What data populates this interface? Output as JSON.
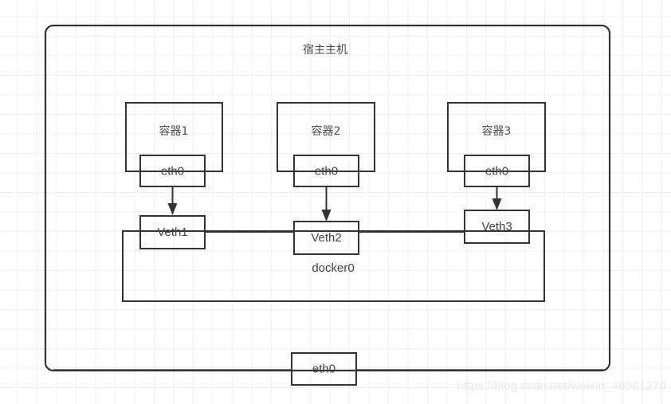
{
  "diagram": {
    "title": "宿主主机",
    "host_box": {
      "label": "宿主主机"
    },
    "bridge": {
      "label": "docker0"
    },
    "host_nic": {
      "label": "eth0"
    },
    "containers": [
      {
        "name": "容器1",
        "nic": "eth0",
        "veth": "Veth1"
      },
      {
        "name": "容器2",
        "nic": "eth0",
        "veth": "Veth2"
      },
      {
        "name": "容器3",
        "nic": "eth0",
        "veth": "Veth3"
      }
    ],
    "colors": {
      "stroke": "#333333",
      "box_fill": "#ffffff",
      "text": "#444444",
      "grid": "#f0f0f0",
      "watermark": "#e9e9ea",
      "background": "#ffffff"
    }
  },
  "watermark": {
    "text": "https://blog.csdn.net/weixin_48981270"
  }
}
